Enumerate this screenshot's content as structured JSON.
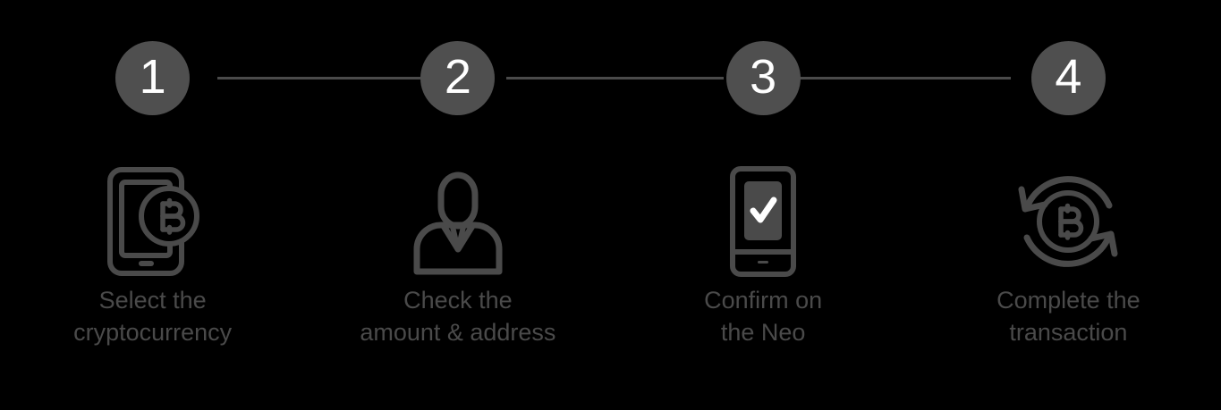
{
  "theme": {
    "background": "#000000",
    "badge_fill": "#4f4f4f",
    "badge_text": "#ffffff",
    "line_color": "#4a4a4a",
    "icon_color": "#4a4a4a",
    "caption_color": "#4a4a4a"
  },
  "steps": [
    {
      "number": "1",
      "icon": "phone-bitcoin-icon",
      "caption": "Select the\ncryptocurrency"
    },
    {
      "number": "2",
      "icon": "person-user-icon",
      "caption": "Check the\namount & address"
    },
    {
      "number": "3",
      "icon": "device-check-icon",
      "caption": "Confirm on\nthe Neo"
    },
    {
      "number": "4",
      "icon": "bitcoin-refresh-icon",
      "caption": "Complete the\ntransaction"
    }
  ]
}
